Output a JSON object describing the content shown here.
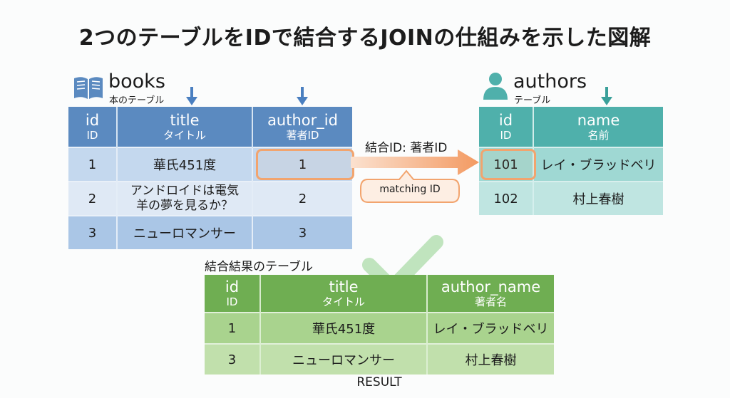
{
  "title": "2つのテーブルをIDで結合するJOINの仕組みを示した図解",
  "books": {
    "name": "books",
    "subtitle": "本のテーブル",
    "columns": [
      {
        "en": "id",
        "jp": "ID"
      },
      {
        "en": "title",
        "jp": "タイトル"
      },
      {
        "en": "author_id",
        "jp": "著者ID"
      }
    ],
    "rows": [
      {
        "id": "1",
        "title": "華氏451度",
        "author_id": "1"
      },
      {
        "id": "2",
        "title_line1": "アンドロイドは電気",
        "title_line2": "羊の夢を見るか？",
        "author_id": "2"
      },
      {
        "id": "3",
        "title": "ニューロマンサー",
        "author_id": "3"
      }
    ]
  },
  "authors": {
    "name": "authors",
    "subtitle": "テーブル",
    "columns": [
      {
        "en": "id",
        "jp": "ID"
      },
      {
        "en": "name",
        "jp": "名前"
      }
    ],
    "rows": [
      {
        "id": "101",
        "name": "レイ・ブラッドベリ"
      },
      {
        "id": "102",
        "name": "村上春樹"
      }
    ]
  },
  "join": {
    "label": "結合ID: 著者ID",
    "bubble": "matching ID"
  },
  "result": {
    "caption": "結合結果のテーブル",
    "columns": [
      {
        "en": "id",
        "jp": "ID"
      },
      {
        "en": "title",
        "jp": "タイトル"
      },
      {
        "en": "author_name",
        "jp": "著者名"
      }
    ],
    "rows": [
      {
        "id": "1",
        "title": "華氏451度",
        "author_name": "レイ・ブラッドベリ"
      },
      {
        "id": "3",
        "title": "ニューロマンサー",
        "author_name": "村上春樹"
      }
    ],
    "footer": "RESULT"
  },
  "icons": {
    "books": "book-icon",
    "authors": "person-icon",
    "check": "checkmark-icon",
    "arrow": "arrow-down-icon"
  },
  "colors": {
    "books_header": "#5b8ac0",
    "authors_header": "#4fb0ab",
    "result_header": "#6fae52",
    "highlight": "#f2a46e"
  }
}
